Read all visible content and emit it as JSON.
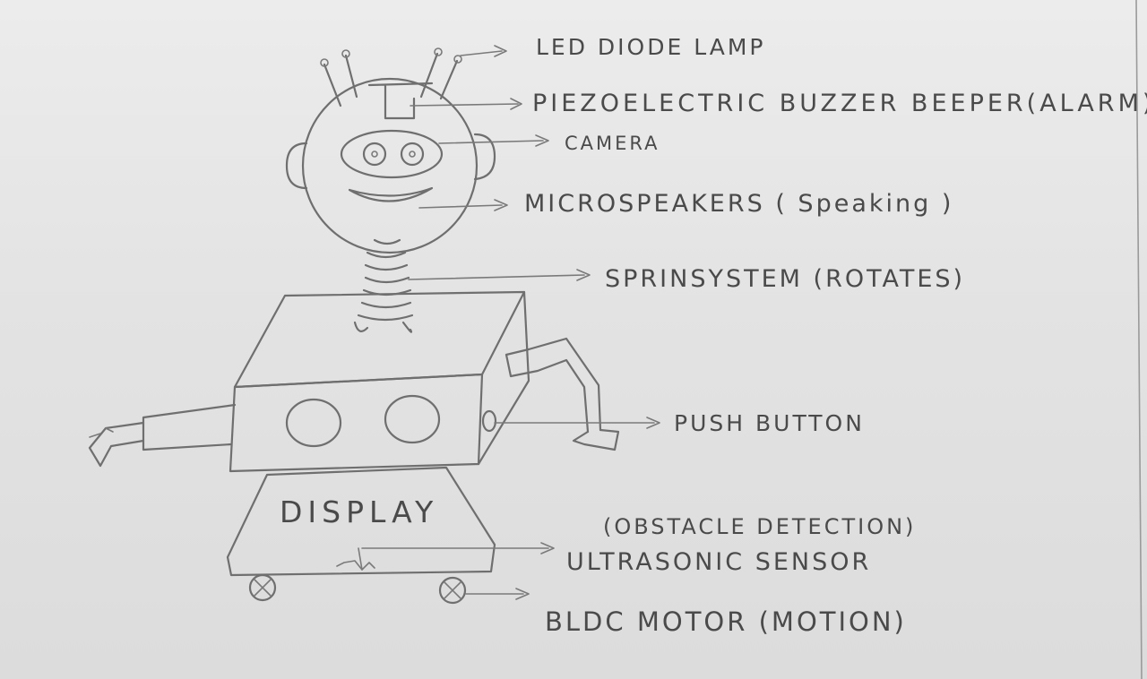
{
  "labels": {
    "led": "LED DIODE LAMP",
    "piezo": "PIEZOELECTRIC BUZZER BEEPER(ALARM)",
    "camera": "CAMERA",
    "microspeakers": "MICROSPEAKERS ( Speaking )",
    "spring": "SPRINSYSTEM (ROTATES)",
    "push_button": "PUSH BUTTON",
    "display": "DISPLAY",
    "obstacle": "(OBSTACLE DETECTION)",
    "ultrasonic": "ULTRASONIC SENSOR",
    "bldc": "BLDC MOTOR (MOTION)"
  },
  "colors": {
    "paper": "#e6e6e6",
    "pencil": "#6f6f6f",
    "ink": "#4a4a4a"
  }
}
